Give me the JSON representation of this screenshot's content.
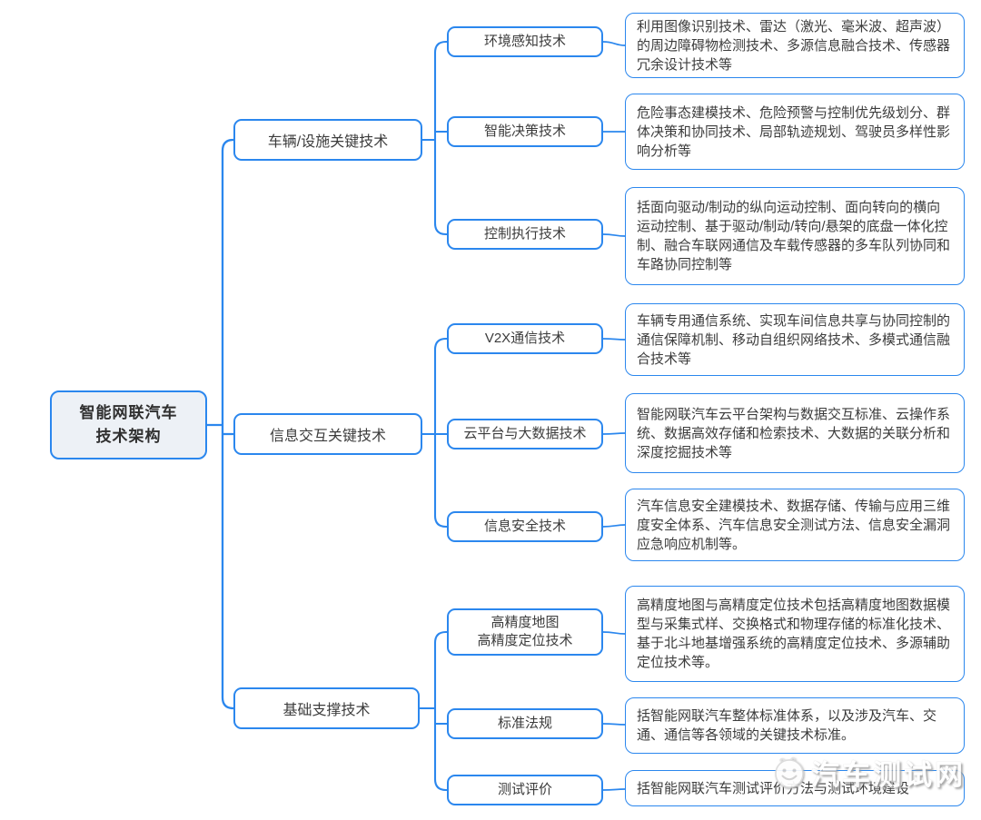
{
  "root": {
    "label": "智能网联汽车\n技术架构"
  },
  "branches": [
    {
      "label": "车辆/设施关键技术",
      "children": [
        {
          "label": "环境感知技术",
          "desc": "利用图像识别技术、雷达（激光、毫米波、超声波）的周边障碍物检测技术、多源信息融合技术、传感器冗余设计技术等"
        },
        {
          "label": "智能决策技术",
          "desc": "危险事态建模技术、危险预警与控制优先级划分、群体决策和协同技术、局部轨迹规划、驾驶员多样性影响分析等"
        },
        {
          "label": "控制执行技术",
          "desc": "括面向驱动/制动的纵向运动控制、面向转向的横向运动控制、基于驱动/制动/转向/悬架的底盘一体化控制、融合车联网通信及车载传感器的多车队列协同和车路协同控制等"
        }
      ]
    },
    {
      "label": "信息交互关键技术",
      "children": [
        {
          "label": "V2X通信技术",
          "desc": "车辆专用通信系统、实现车间信息共享与协同控制的通信保障机制、移动自组织网络技术、多模式通信融合技术等"
        },
        {
          "label": "云平台与大数据技术",
          "desc": "智能网联汽车云平台架构与数据交互标准、云操作系统、数据高效存储和检索技术、大数据的关联分析和深度挖掘技术等"
        },
        {
          "label": "信息安全技术",
          "desc": "汽车信息安全建模技术、数据存储、传输与应用三维度安全体系、汽车信息安全测试方法、信息安全漏洞应急响应机制等。"
        }
      ]
    },
    {
      "label": "基础支撑技术",
      "children": [
        {
          "label": "高精度地图\n高精度定位技术",
          "desc": "高精度地图与高精度定位技术包括高精度地图数据模型与采集式样、交换格式和物理存储的标准化技术、基于北斗地基增强系统的高精度定位技术、多源辅助定位技术等。"
        },
        {
          "label": "标准法规",
          "desc": "括智能网联汽车整体标准体系，以及涉及汽车、交通、通信等各领域的关键技术标准。"
        },
        {
          "label": "测试评价",
          "desc": "括智能网联汽车测试评价方法与测试环境建设"
        }
      ]
    }
  ],
  "watermark": {
    "text": "汽车测试网",
    "icon": "smiley-face-icon"
  },
  "colors": {
    "line": "#2b87ee",
    "node_border": "#2b87ee",
    "root_fill": "#edf1f6",
    "text": "#3c3c3c",
    "background": "#ffffff"
  }
}
